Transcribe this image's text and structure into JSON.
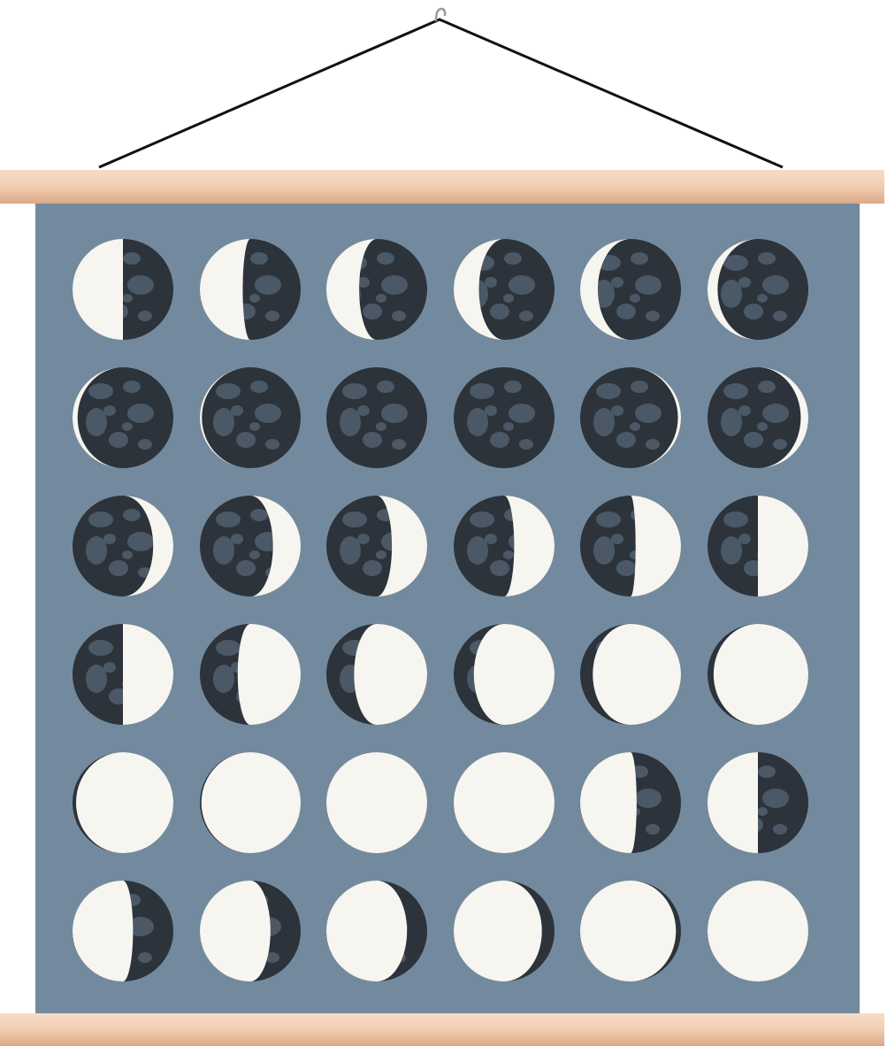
{
  "colors": {
    "background": "#ffffff",
    "poster": "#738a9e",
    "moon_dark": "#2c333b",
    "moon_crater": "#4b5866",
    "moon_light": "#f7f5f0",
    "wood": "#f1cdb0",
    "wood_dark": "#dca887",
    "wire": "#111111"
  },
  "moon_grid": {
    "rows": 6,
    "cols": 6,
    "moons": [
      [
        {
          "lit": "left",
          "t": 0
        },
        {
          "lit": "left",
          "t": -0.15
        },
        {
          "lit": "left",
          "t": -0.35
        },
        {
          "lit": "left",
          "t": -0.5
        },
        {
          "lit": "left",
          "t": -0.65
        },
        {
          "lit": "left",
          "t": -0.8
        }
      ],
      [
        {
          "lit": "left",
          "t": -0.9
        },
        {
          "lit": "left",
          "t": -0.96
        },
        {
          "lit": "none",
          "t": 0
        },
        {
          "lit": "none",
          "t": 0
        },
        {
          "lit": "right",
          "t": 0.94
        },
        {
          "lit": "right",
          "t": 0.85
        }
      ],
      [
        {
          "lit": "right",
          "t": 0.6
        },
        {
          "lit": "right",
          "t": 0.45
        },
        {
          "lit": "right",
          "t": 0.3
        },
        {
          "lit": "right",
          "t": 0.2
        },
        {
          "lit": "right",
          "t": 0.1
        },
        {
          "lit": "right",
          "t": 0
        }
      ],
      [
        {
          "lit": "right",
          "t": 0
        },
        {
          "lit": "right",
          "t": -0.25
        },
        {
          "lit": "right",
          "t": -0.45
        },
        {
          "lit": "right",
          "t": -0.6
        },
        {
          "lit": "right",
          "t": -0.75
        },
        {
          "lit": "right",
          "t": -0.88
        }
      ],
      [
        {
          "lit": "right",
          "t": -0.93
        },
        {
          "lit": "right",
          "t": -0.97
        },
        {
          "lit": "full",
          "t": 0
        },
        {
          "lit": "full",
          "t": 0
        },
        {
          "lit": "left",
          "t": 0.12
        },
        {
          "lit": "left",
          "t": 0
        }
      ],
      [
        {
          "lit": "left",
          "t": 0.2
        },
        {
          "lit": "left",
          "t": 0.4
        },
        {
          "lit": "left",
          "t": 0.6
        },
        {
          "lit": "left",
          "t": 0.75
        },
        {
          "lit": "left",
          "t": 0.9
        },
        {
          "lit": "full",
          "t": 0
        }
      ]
    ]
  }
}
